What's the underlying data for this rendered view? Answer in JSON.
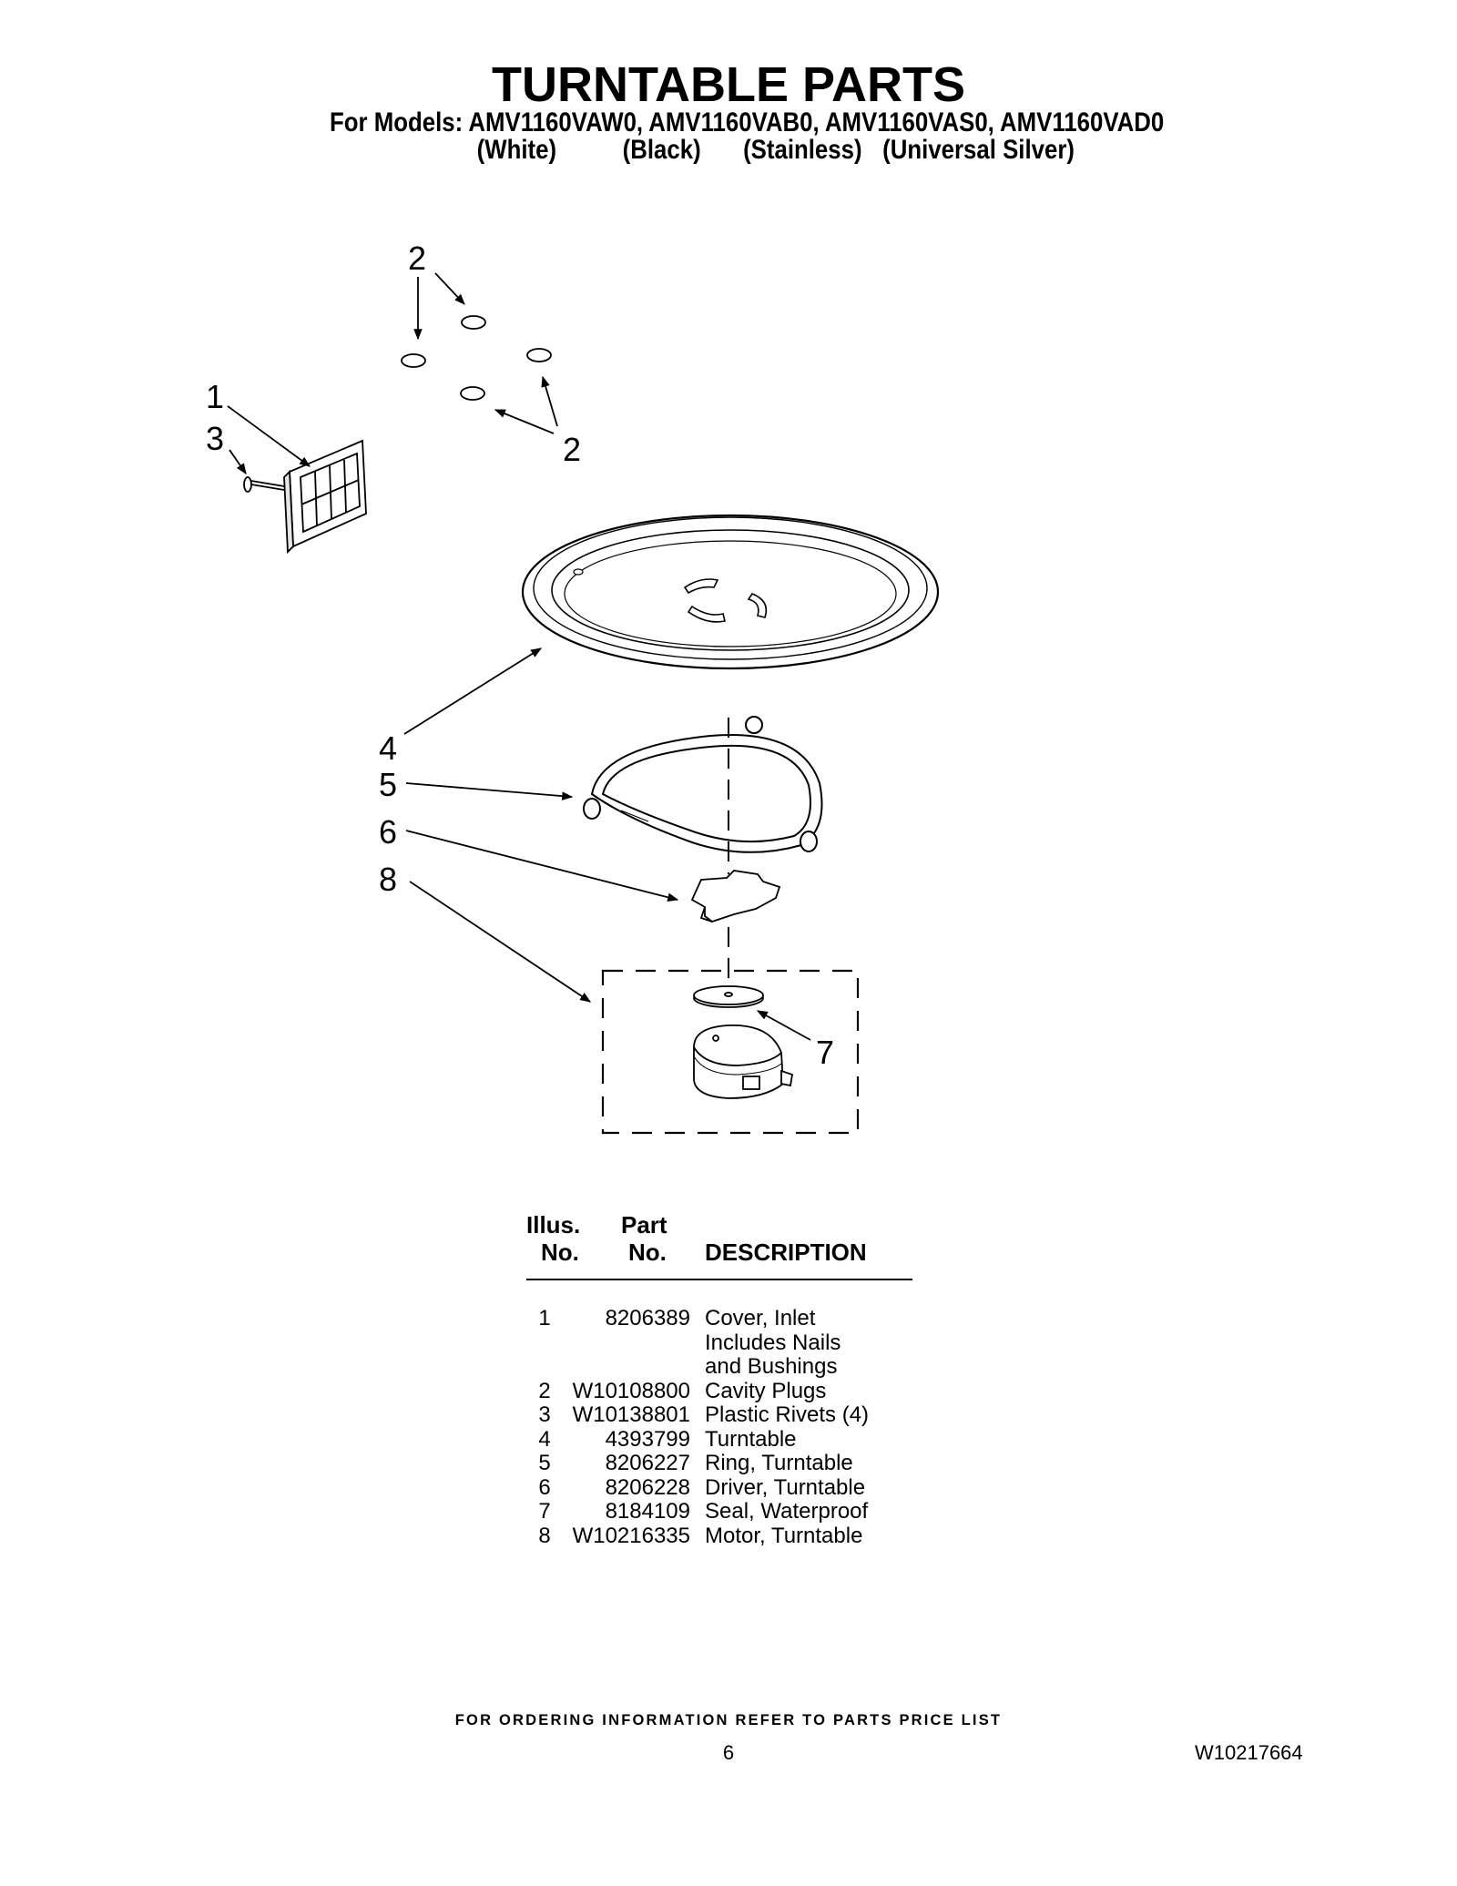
{
  "header": {
    "title": "TURNTABLE PARTS",
    "models_line": "For Models: AMV1160VAW0, AMV1160VAB0, AMV1160VAS0, AMV1160VAD0",
    "colors": [
      "(White)",
      "(Black)",
      "(Stainless)",
      "(Universal Silver)"
    ]
  },
  "diagram": {
    "callouts": [
      "1",
      "2",
      "2",
      "3",
      "4",
      "5",
      "6",
      "7",
      "8"
    ]
  },
  "parts_table": {
    "header": {
      "illus_line1": "Illus.",
      "illus_line2": "No.",
      "part_line1": "Part",
      "part_line2": "No.",
      "description": "DESCRIPTION"
    },
    "rows": [
      {
        "illus": "1",
        "part": "8206389",
        "description": "Cover, Inlet\nIncludes Nails\nand Bushings"
      },
      {
        "illus": "2",
        "part": "W10108800",
        "description": "Cavity Plugs"
      },
      {
        "illus": "3",
        "part": "W10138801",
        "description": "Plastic Rivets (4)"
      },
      {
        "illus": "4",
        "part": "4393799",
        "description": "Turntable"
      },
      {
        "illus": "5",
        "part": "8206227",
        "description": "Ring, Turntable"
      },
      {
        "illus": "6",
        "part": "8206228",
        "description": "Driver, Turntable"
      },
      {
        "illus": "7",
        "part": "8184109",
        "description": "Seal, Waterproof"
      },
      {
        "illus": "8",
        "part": "W10216335",
        "description": "Motor, Turntable"
      }
    ]
  },
  "footer": {
    "ordering_note": "FOR ORDERING INFORMATION REFER TO PARTS PRICE LIST",
    "page_number": "6",
    "document_number": "W10217664"
  }
}
